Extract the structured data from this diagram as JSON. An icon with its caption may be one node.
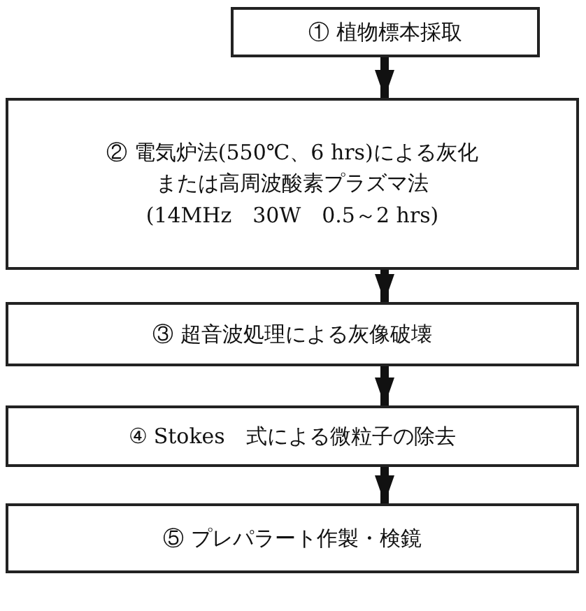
{
  "diagram": {
    "nodes": [
      {
        "text": [
          "① 植物標本採取"
        ]
      },
      {
        "text": [
          "② 電気炉法(550℃、6 hrs)による灰化",
          "または高周波酸素プラズマ法",
          "(14MHz　30W　0.5～2 hrs)"
        ]
      },
      {
        "text": [
          "③ 超音波処理による灰像破壊"
        ]
      },
      {
        "text": [
          "④ Stokes　式による微粒子の除去"
        ]
      },
      {
        "text": [
          "⑤ プレパラート作製・検鏡"
        ]
      }
    ],
    "edges": [
      {
        "from": 0,
        "to": 1,
        "arrow": "to"
      },
      {
        "from": 1,
        "to": 2,
        "arrow": "to"
      },
      {
        "from": 2,
        "to": 3,
        "arrow": "to"
      },
      {
        "from": 3,
        "to": 4,
        "arrow": "to"
      }
    ]
  }
}
